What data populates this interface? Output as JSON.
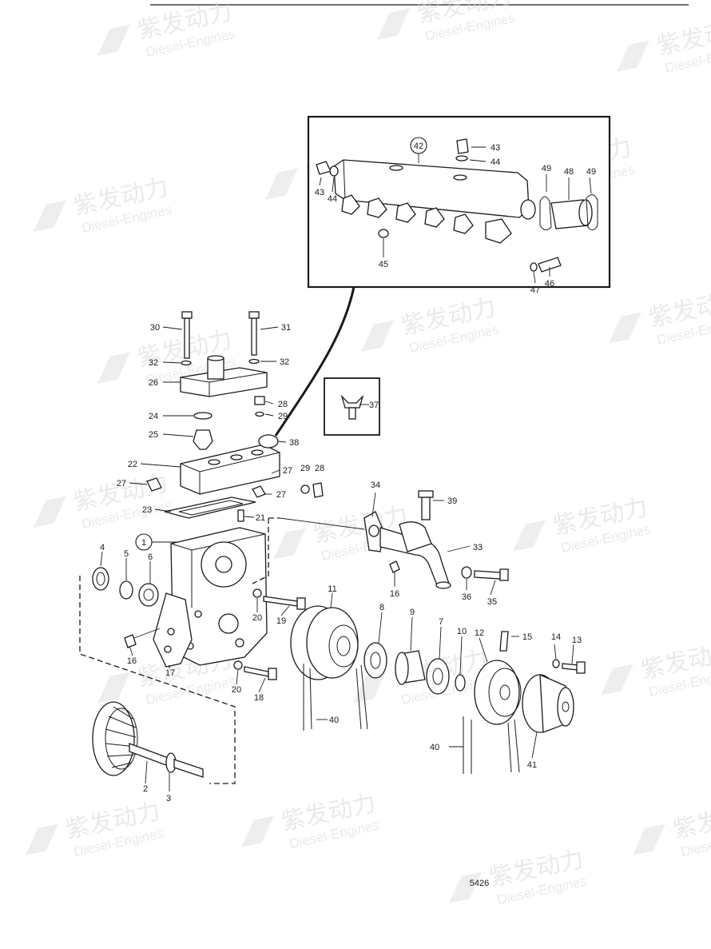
{
  "watermark": {
    "brand": "紫发动力",
    "sub": "Diesel-Engines"
  },
  "diagram": {
    "figure_number": "5426",
    "inset_label": "42"
  },
  "callouts": [
    {
      "id": "c1",
      "text": "1"
    },
    {
      "id": "c2",
      "text": "2"
    },
    {
      "id": "c3",
      "text": "3"
    },
    {
      "id": "c4",
      "text": "4"
    },
    {
      "id": "c5",
      "text": "5"
    },
    {
      "id": "c6",
      "text": "6"
    },
    {
      "id": "c7",
      "text": "7"
    },
    {
      "id": "c8",
      "text": "8"
    },
    {
      "id": "c9",
      "text": "9"
    },
    {
      "id": "c10",
      "text": "10"
    },
    {
      "id": "c11",
      "text": "11"
    },
    {
      "id": "c12",
      "text": "12"
    },
    {
      "id": "c13",
      "text": "13"
    },
    {
      "id": "c14",
      "text": "14"
    },
    {
      "id": "c15",
      "text": "15"
    },
    {
      "id": "c16a",
      "text": "16"
    },
    {
      "id": "c16b",
      "text": "16"
    },
    {
      "id": "c17",
      "text": "17"
    },
    {
      "id": "c18",
      "text": "18"
    },
    {
      "id": "c19",
      "text": "19"
    },
    {
      "id": "c20a",
      "text": "20"
    },
    {
      "id": "c20b",
      "text": "20"
    },
    {
      "id": "c21",
      "text": "21"
    },
    {
      "id": "c22",
      "text": "22"
    },
    {
      "id": "c23",
      "text": "23"
    },
    {
      "id": "c24",
      "text": "24"
    },
    {
      "id": "c25",
      "text": "25"
    },
    {
      "id": "c26",
      "text": "26"
    },
    {
      "id": "c27a",
      "text": "27"
    },
    {
      "id": "c27b",
      "text": "27"
    },
    {
      "id": "c27c",
      "text": "27"
    },
    {
      "id": "c28a",
      "text": "28"
    },
    {
      "id": "c28b",
      "text": "28"
    },
    {
      "id": "c29a",
      "text": "29"
    },
    {
      "id": "c29b",
      "text": "29"
    },
    {
      "id": "c30",
      "text": "30"
    },
    {
      "id": "c31",
      "text": "31"
    },
    {
      "id": "c32a",
      "text": "32"
    },
    {
      "id": "c32b",
      "text": "32"
    },
    {
      "id": "c33",
      "text": "33"
    },
    {
      "id": "c34",
      "text": "34"
    },
    {
      "id": "c35",
      "text": "35"
    },
    {
      "id": "c36",
      "text": "36"
    },
    {
      "id": "c37",
      "text": "37"
    },
    {
      "id": "c38",
      "text": "38"
    },
    {
      "id": "c39",
      "text": "39"
    },
    {
      "id": "c40a",
      "text": "40"
    },
    {
      "id": "c40b",
      "text": "40"
    },
    {
      "id": "c41",
      "text": "41"
    },
    {
      "id": "c43a",
      "text": "43"
    },
    {
      "id": "c43b",
      "text": "43"
    },
    {
      "id": "c44a",
      "text": "44"
    },
    {
      "id": "c44b",
      "text": "44"
    },
    {
      "id": "c45",
      "text": "45"
    },
    {
      "id": "c46",
      "text": "46"
    },
    {
      "id": "c47",
      "text": "47"
    },
    {
      "id": "c48",
      "text": "48"
    },
    {
      "id": "c49a",
      "text": "49"
    },
    {
      "id": "c49b",
      "text": "49"
    }
  ]
}
